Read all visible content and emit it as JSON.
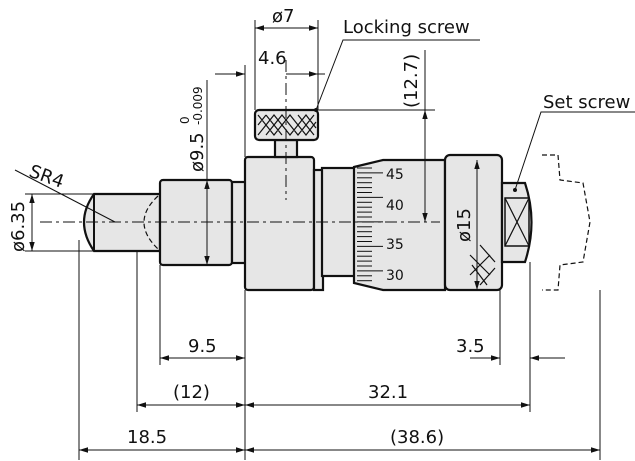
{
  "labels": {
    "locking_screw": "Locking screw",
    "set_screw": "Set screw"
  },
  "dimensions": {
    "d7": "ø7",
    "d4_6": "4.6",
    "d12_7": "(12.7)",
    "d9_5_main": "ø9.5",
    "d9_5_upper": "0",
    "d9_5_lower": "-0.009",
    "d6_35": "ø6.35",
    "sr4": "SR4",
    "d15": "ø15",
    "len9_5": "9.5",
    "len3_5": "3.5",
    "len12": "(12)",
    "len32_1": "32.1",
    "len18_5": "18.5",
    "len38_6": "(38.6)"
  },
  "thimble_scale": [
    "45",
    "40",
    "35",
    "30"
  ],
  "colors": {
    "part_fill": "#e6e6e6",
    "line": "#111111"
  }
}
